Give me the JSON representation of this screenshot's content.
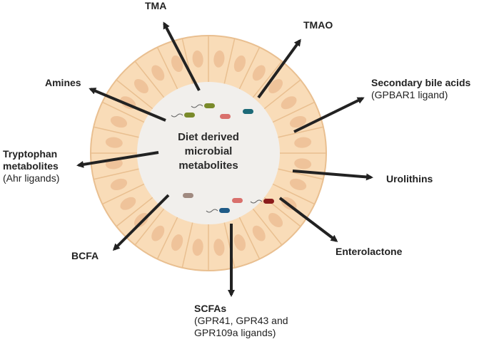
{
  "center": {
    "line1": "Diet derived",
    "line2": "microbial",
    "line3": "metabolites"
  },
  "labels": {
    "tma": "TMA",
    "tmao": "TMAO",
    "secondary_bile_acids": "Secondary bile acids",
    "secondary_bile_acids_sub": "(GPBAR1 ligand)",
    "urolithins": "Urolithins",
    "enterolactone": "Enterolactone",
    "scfas": "SCFAs",
    "scfas_sub1": "(GPR41, GPR43 and",
    "scfas_sub2": "GPR109a ligands)",
    "bcfa": "BCFA",
    "tryptophan_line1": "Tryptophan",
    "tryptophan_line2": "metabolites",
    "tryptophan_sub": "(Ahr ligands)",
    "amines": "Amines"
  },
  "colors": {
    "cell_fill": "#f9dcb8",
    "cell_stroke": "#e9bf90",
    "nucleus": "#efc39a",
    "lumen": "#f1efec",
    "arrow": "#222222",
    "bacteria_olive": "#7a8a2a",
    "bacteria_red": "#d9706c",
    "bacteria_teal": "#1d6a78",
    "bacteria_blue": "#1f5b87",
    "bacteria_taupe": "#a08a80",
    "bacteria_darkred": "#8b1c1c"
  }
}
